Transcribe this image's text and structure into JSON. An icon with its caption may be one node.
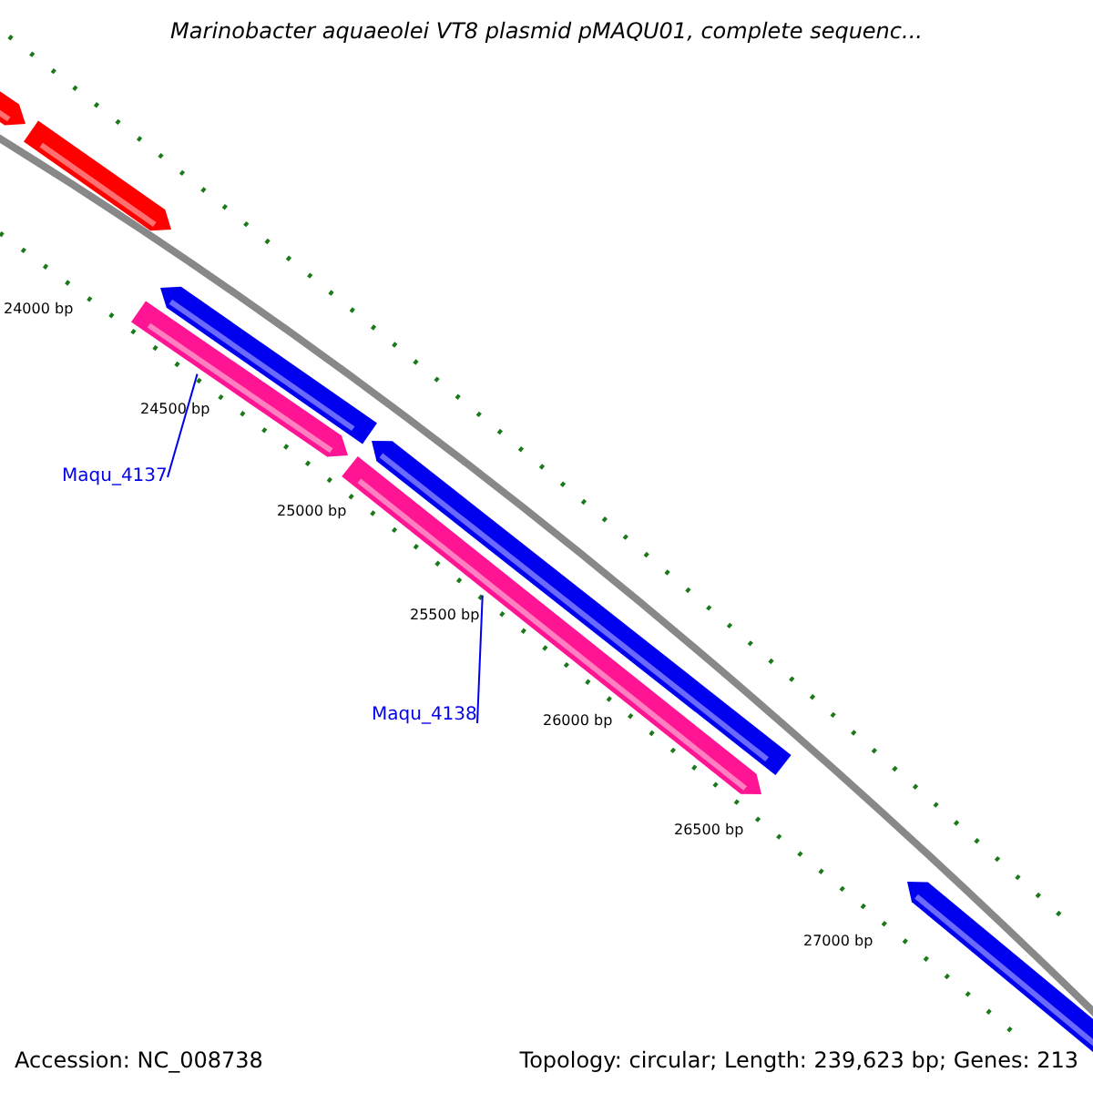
{
  "diagram": {
    "title": "Marinobacter aquaeolei VT8 plasmid pMAQU01, complete sequenc...",
    "nodes": [
      {
        "text": [
          "Maqu_4137"
        ]
      },
      {
        "text": [],
        "shape": "bar"
      },
      {
        "text": [
          "Maqu_4138"
        ]
      },
      {
        "text": [],
        "shape": "bar"
      }
    ],
    "edges": [
      {
        "from": 0,
        "to": 1,
        "arrow": "none"
      },
      {
        "from": 2,
        "to": 3,
        "arrow": "none"
      }
    ],
    "labels": [
      "24000 bp",
      "24500 bp",
      "25000 bp",
      "25500 bp",
      "26000 bp",
      "26500 bp",
      "27000 bp",
      "Accession: NC_008738",
      "Topology: circular; Length: 239,623 bp; Genes: 213"
    ]
  }
}
